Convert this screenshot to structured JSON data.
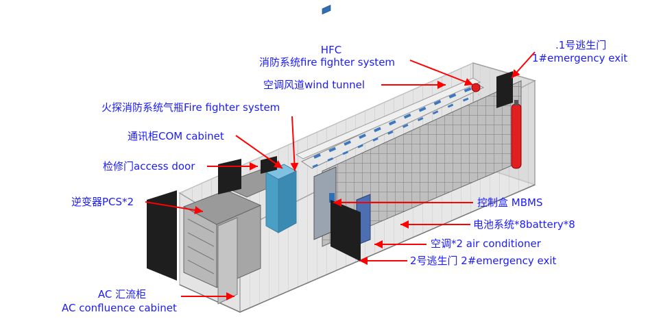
{
  "diagram": {
    "labels": {
      "hfc_line1": "HFC",
      "hfc_line2": "消防系统fire fighter system",
      "wind_tunnel": "空调风道wind tunnel",
      "fire_fighter_system": "火探消防系统气瓶Fire fighter system",
      "com_cabinet": "通讯柜COM cabinet",
      "access_door": "检修门access door",
      "pcs": "逆变器PCS*2",
      "ac_cabinet_line1": "AC 汇流柜",
      "ac_cabinet_line2": "AC confluence cabinet",
      "exit1_line1": ".1号逃生门",
      "exit1_line2": "1#emergency exit",
      "mbms": "控制盒 MBMS",
      "battery": "电池系统*8battery*8",
      "air_conditioner": "空调*2 air conditioner",
      "exit2": "2号逃生门 2#emergency exit"
    },
    "colors": {
      "label_text": "#1a1aff",
      "arrow": "#ff0000",
      "container_frame": "#8c8c8c",
      "container_fill": "#d6d6d6",
      "rack": "#7a7a7a",
      "door": "#1e1e1e",
      "com_cabinet": "#4a9fc7",
      "fire_bottle": "#e02020"
    }
  }
}
